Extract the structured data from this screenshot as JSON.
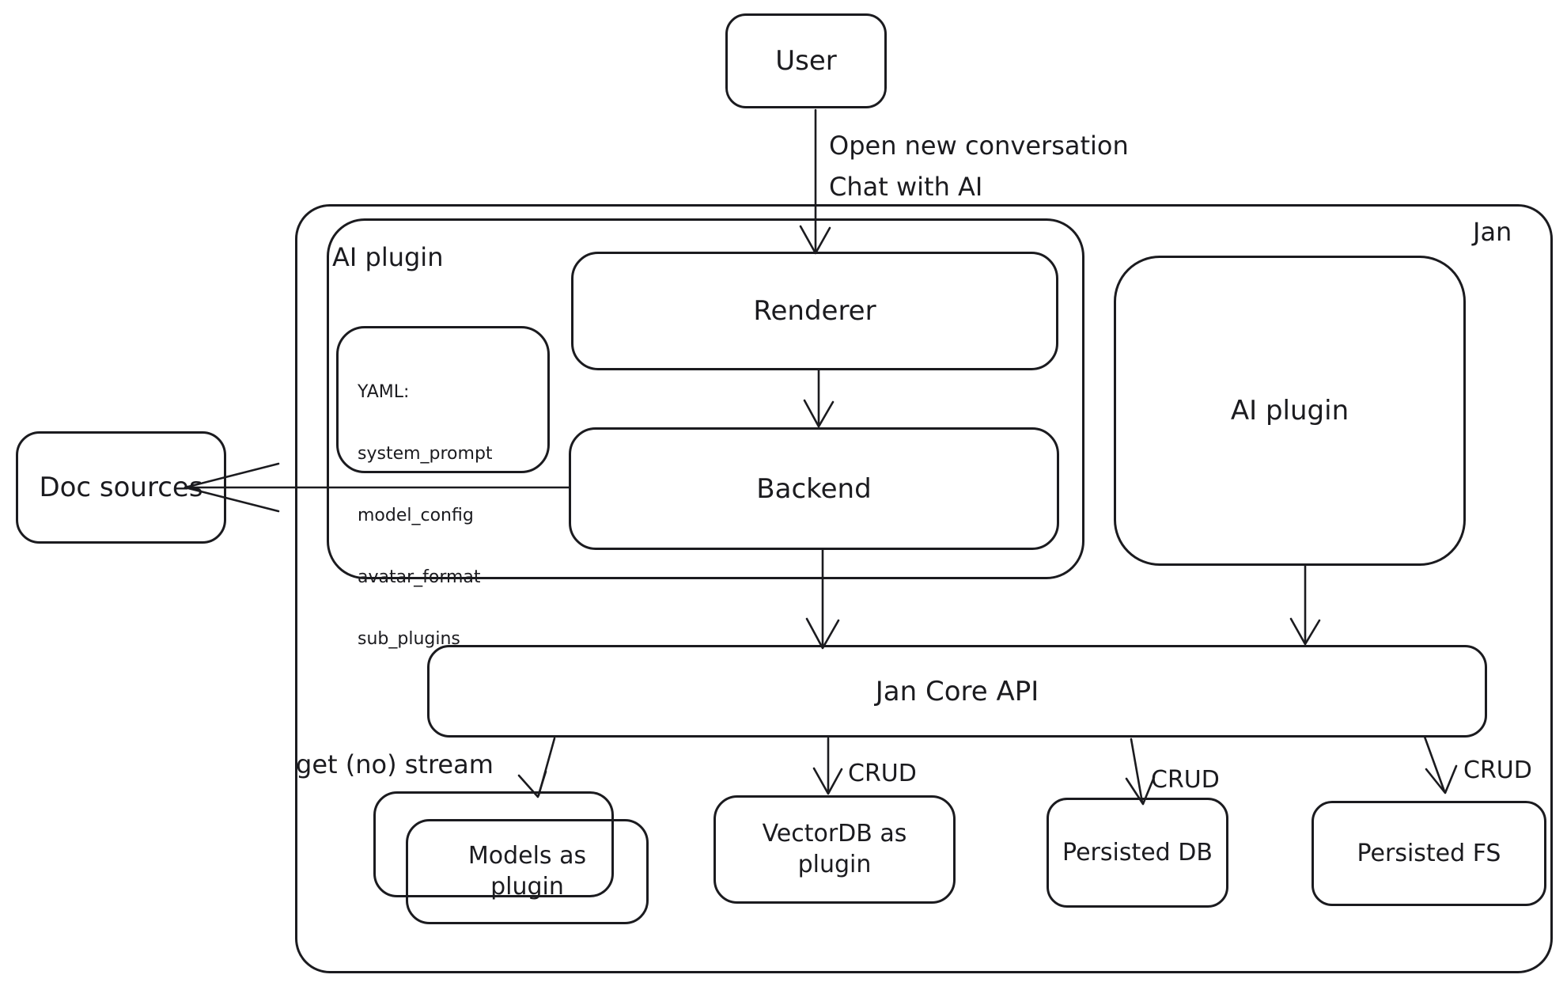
{
  "colors": {
    "ink": "#1b1b1f",
    "background": "#ffffff"
  },
  "nodes": {
    "user": "User",
    "jan_container_label": "Jan",
    "plugin_group_label": "AI plugin",
    "renderer": "Renderer",
    "backend": "Backend",
    "yaml_note": {
      "lines": [
        "YAML:",
        "system_prompt",
        "model_config",
        "avatar_format",
        "sub_plugins"
      ]
    },
    "doc_sources": "Doc sources",
    "ai_plugin_right": "AI plugin",
    "core_api": "Jan Core API",
    "models_plugin": {
      "line1": "Models as",
      "line2": "plugin"
    },
    "vectordb_plugin": {
      "line1": "VectorDB as",
      "line2": "plugin"
    },
    "persisted_db": "Persisted DB",
    "persisted_fs": "Persisted FS"
  },
  "edges": {
    "user_to_app": {
      "line1": "Open new conversation",
      "line2": "Chat with AI"
    },
    "core_to_models_label": "get (no) stream",
    "core_to_vectordb_label": "CRUD",
    "core_to_persisted_db_label": "CRUD",
    "core_to_persisted_fs_label": "CRUD"
  }
}
